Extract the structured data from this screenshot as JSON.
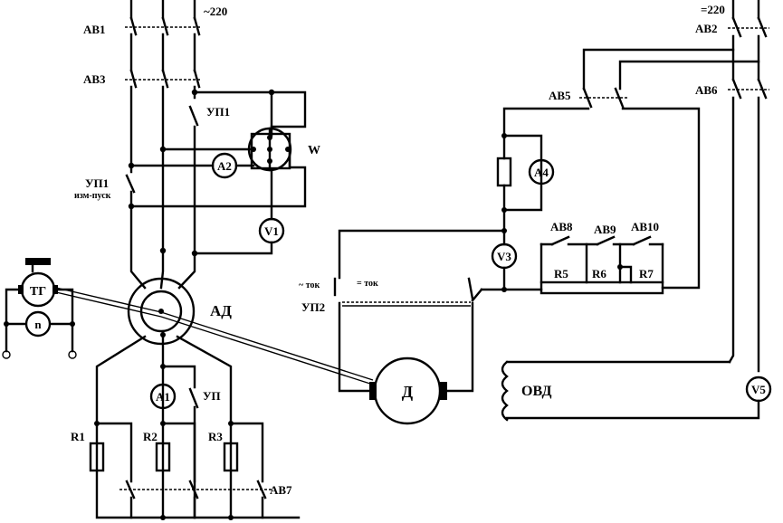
{
  "labels": {
    "ab1": "АВ1",
    "ab2": "АВ2",
    "ab3": "АВ3",
    "ab5": "АВ5",
    "ab6": "АВ6",
    "ab7": "АВ7",
    "ab8": "АВ8",
    "ab9": "АВ9",
    "ab10": "АВ10",
    "ac220": "~220",
    "dc220": "=220",
    "up1_top": "УП1",
    "up1_side": "УП1",
    "up1_side_sub": "изм-пуск",
    "up": "УП",
    "up2": "УП2",
    "ac_current": "~ ток",
    "dc_current": "= ток",
    "w": "W",
    "a1": "A1",
    "a2": "A2",
    "a4": "A4",
    "v1": "V1",
    "v3": "V3",
    "v5": "V5",
    "tg": "ТГ",
    "n": "n",
    "ad": "АД",
    "d": "Д",
    "ovd": "ОВД",
    "r1": "R1",
    "r2": "R2",
    "r3": "R3",
    "r5": "R5",
    "r6": "R6",
    "r7": "R7"
  }
}
